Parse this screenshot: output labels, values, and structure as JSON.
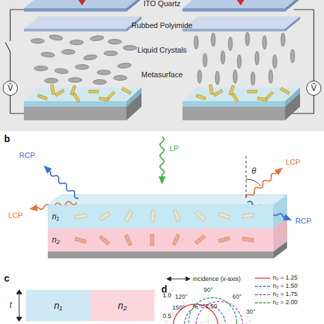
{
  "diagram": {
    "nodes": [
      {
        "text": [
          "n₁"
        ]
      },
      {
        "text": [
          "n₂"
        ]
      },
      {
        "text": [
          "n₁"
        ]
      },
      {
        "text": [
          "n₂"
        ]
      },
      {
        "text": [
          "Ṽ"
        ]
      },
      {
        "text": [
          "Ṽ"
        ]
      }
    ],
    "labels": [
      "ITO Quartz",
      "Rubbed Polyimide",
      "Liquid Crystals",
      "Metasurface",
      "b",
      "RCP",
      "LCP",
      "LP",
      "LCP",
      "RCP",
      "θ",
      "c",
      "t",
      "d",
      "incidence (x-axis)",
      "1.0",
      "0.5",
      "120°",
      "90°",
      "60°",
      "150°",
      "30°",
      "n₁ = 1.50"
    ],
    "legend": [
      {
        "text": "n₂ = 1.25"
      },
      {
        "text": "n₂ = 1.50"
      },
      {
        "text": "n₂ = 1.75"
      },
      {
        "text": "n₂ = 2.00"
      }
    ]
  }
}
